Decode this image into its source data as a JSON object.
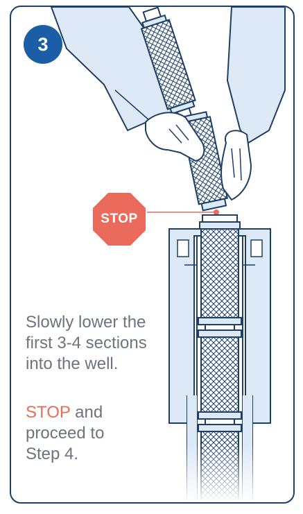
{
  "step": {
    "number": "3"
  },
  "stop_sign": {
    "label": "STOP"
  },
  "instructions": {
    "line1": "Slowly lower the first 3-4 sections into the well.",
    "stop_word": "STOP",
    "line2_rest": " and proceed to Step 4."
  },
  "colors": {
    "navy": "#1d3f66",
    "badge_blue": "#1b5ea7",
    "light_blue": "#dde9f6",
    "stop_red": "#ea6a5c",
    "text_gray": "#6d7480"
  }
}
